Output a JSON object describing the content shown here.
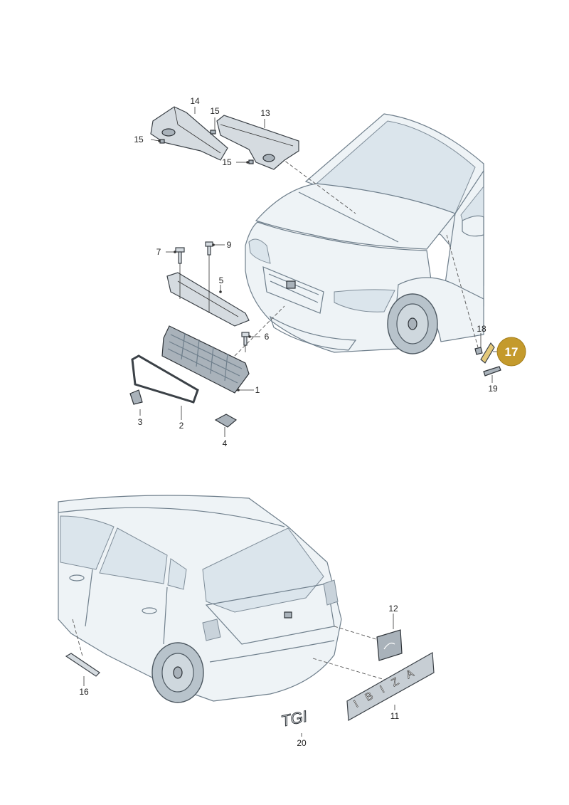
{
  "diagram": {
    "highlighted_callout": "17",
    "highlight_color": "#c49a2c",
    "callouts": {
      "c1": "1",
      "c2": "2",
      "c3": "3",
      "c4": "4",
      "c5": "5",
      "c6": "6",
      "c7": "7",
      "c9": "9",
      "c11": "11",
      "c12": "12",
      "c13": "13",
      "c14": "14",
      "c15a": "15",
      "c15b": "15",
      "c15c": "15",
      "c16": "16",
      "c18": "18",
      "c19": "19",
      "c20": "20"
    },
    "emblems": {
      "model": "IBIZA",
      "engine": "TGI"
    }
  }
}
